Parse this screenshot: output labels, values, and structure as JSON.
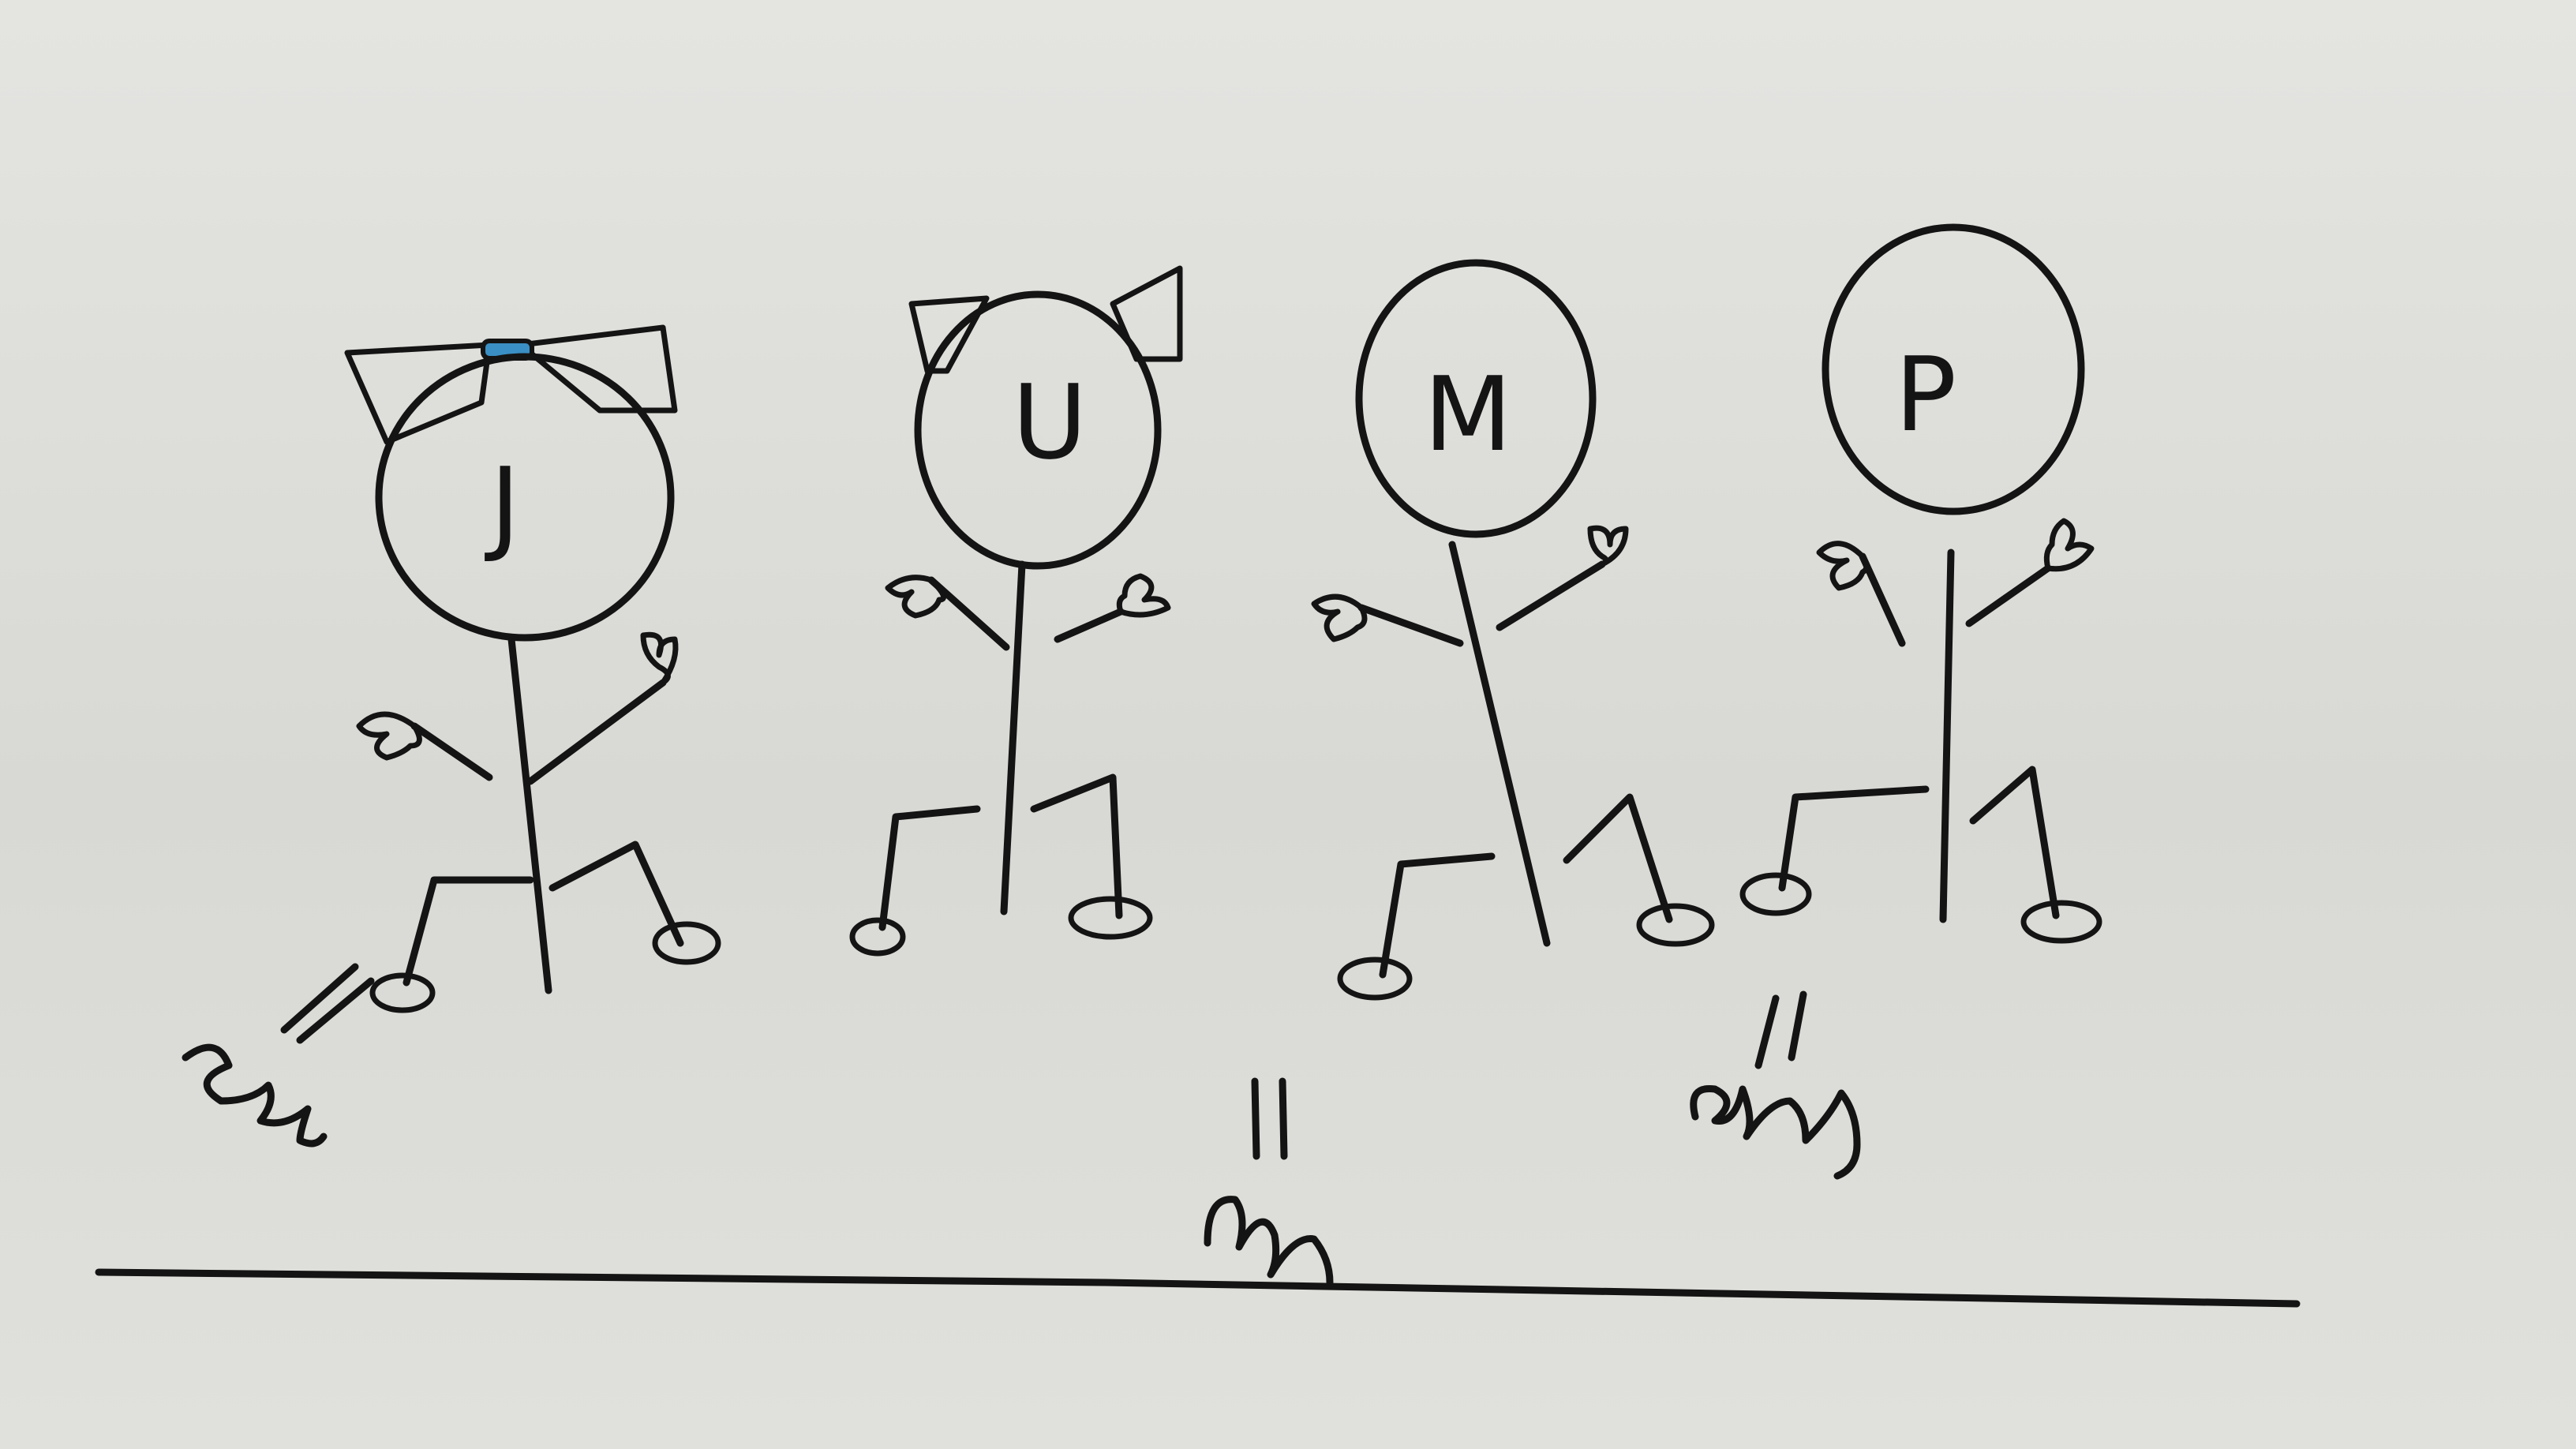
{
  "drawing": {
    "paper_color": "#dcdcd8",
    "ink_color": "#141414",
    "figures": [
      {
        "letter": "J",
        "head_color": "#e0574c",
        "ears": "bow",
        "bow_color": "#ea8a84",
        "bow_knot_color": "#3a8fc4"
      },
      {
        "letter": "U",
        "head_color": "#b5d233",
        "ears": "cat"
      },
      {
        "letter": "M",
        "head_color": "#ecdc3a",
        "ears": "none"
      },
      {
        "letter": "P",
        "head_color": "#8d62d0",
        "ears": "none"
      }
    ],
    "motion_marks": [
      "squiggle-lines",
      "under-m",
      "under-p"
    ]
  }
}
